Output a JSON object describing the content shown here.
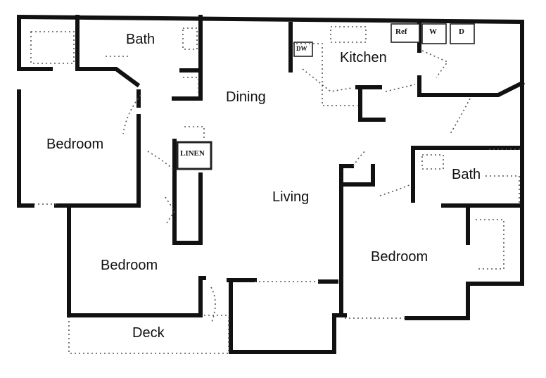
{
  "rooms": {
    "bath_top": "Bath",
    "dining": "Dining",
    "kitchen": "Kitchen",
    "bedroom_left": "Bedroom",
    "living": "Living",
    "bath_right": "Bath",
    "bedroom_bottom_left": "Bedroom",
    "bedroom_right": "Bedroom",
    "deck": "Deck"
  },
  "appliances": {
    "ref": "Ref",
    "washer": "W",
    "dryer": "D",
    "dishwasher": "DW",
    "linen": "LINEN"
  }
}
